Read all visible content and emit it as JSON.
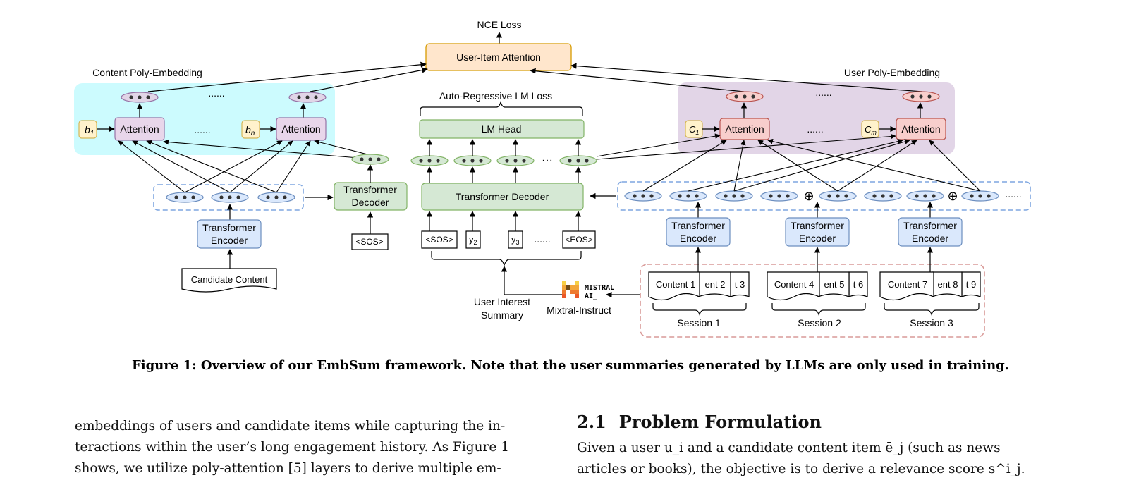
{
  "figure": {
    "nce_loss": "NCE Loss",
    "user_item_attention": "User-Item Attention",
    "content_poly_embedding": "Content Poly-Embedding",
    "user_poly_embedding": "User Poly-Embedding",
    "ar_lm_loss": "Auto-Regressive LM Loss",
    "lm_head": "LM Head",
    "attention": "Attention",
    "ellipsis": "......",
    "dots_short": "···",
    "b1": "b",
    "b1_sub": "1",
    "bn": "b",
    "bn_sub": "n",
    "c1": "C",
    "c1_sub": "1",
    "cm": "C",
    "cm_sub": "m",
    "transformer": "Transformer",
    "decoder": "Decoder",
    "encoder": "Encoder",
    "transformer_decoder": "Transformer Decoder",
    "sos": "<SOS>",
    "eos": "<EOS>",
    "y": "y",
    "y2_sub": "2",
    "y3_sub": "3",
    "candidate_content": "Candidate Content",
    "user_interest": "User Interest",
    "summary": "Summary",
    "mixtral_instruct": "Mixtral-Instruct",
    "mistral_line1": "MISTRAL",
    "mistral_line2": "AI_",
    "content_1": "Content 1",
    "ent_2": "ent 2",
    "t_3": "t 3",
    "content_4": "Content 4",
    "ent_5": "ent 5",
    "t_6": "t 6",
    "content_7": "Content 7",
    "ent_8": "ent 8",
    "t_9": "t 9",
    "session_1": "Session 1",
    "session_2": "Session 2",
    "session_3": "Session 3",
    "oplus": "⊕"
  },
  "caption": "Figure 1: Overview of our EmbSum framework. Note that the user summaries generated by LLMs are only used in training.",
  "left_column": {
    "lines": [
      "embeddings of users and candidate items while capturing the in-",
      "teractions within the user’s long engagement history. As Figure 1",
      "shows, we utilize poly-attention [5] layers to derive multiple em-"
    ]
  },
  "right_column": {
    "section_number": "2.1",
    "section_title": "Problem Formulation",
    "lines": [
      "Given a user u_i and a candidate content item ē_j (such as news",
      "articles or books), the objective is to derive a relevance score s^i_j."
    ]
  },
  "colors": {
    "cyan_panel": "#ccfbfe",
    "purple_panel": "#e2d5e7",
    "attention_purple": "#e8d6ea",
    "attention_red": "#f8cecc",
    "green": "#d5e8d4",
    "blue": "#dae8fc",
    "orange": "#ffe6cc",
    "yellow": "#fff2cc",
    "dash_blue": "#7ea6e0",
    "dash_red": "#d99a98"
  }
}
